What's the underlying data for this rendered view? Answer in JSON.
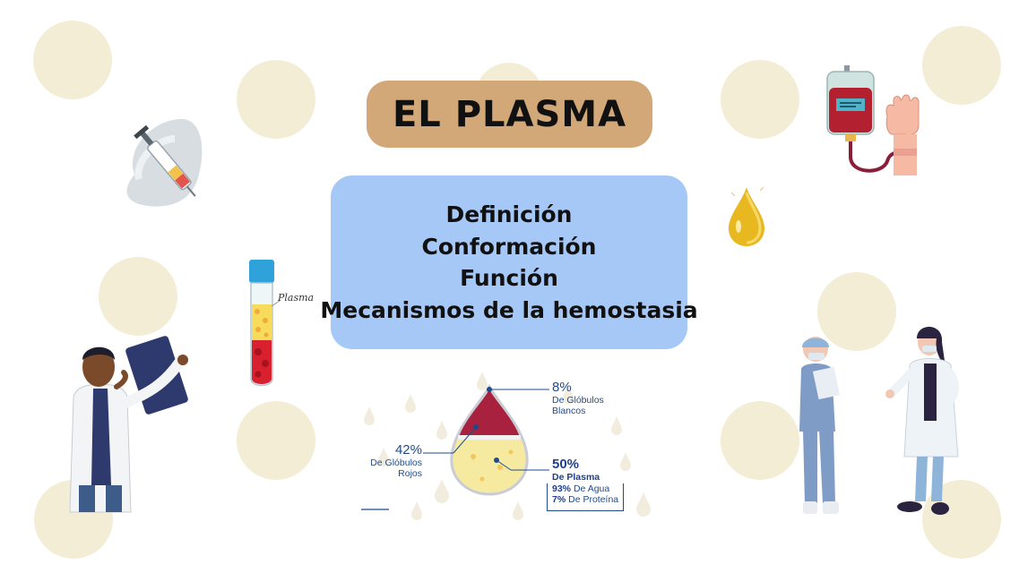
{
  "title": "EL PLASMA",
  "topics": [
    "Definición",
    "Conformación",
    "Función",
    "Mecanismos de la hemostasia"
  ],
  "tube_label": "Plasma",
  "infographic": {
    "white_cells": {
      "pct": "8%",
      "line1": "De Glóbulos",
      "line2": "Blancos"
    },
    "red_cells": {
      "pct": "42%",
      "line1": "De Glóbulos",
      "line2": "Rojos"
    },
    "plasma": {
      "pct": "50%",
      "label": "De Plasma"
    },
    "water": {
      "pct": "93%",
      "label": "De Agua"
    },
    "protein": {
      "pct": "7%",
      "label": "De Proteína"
    }
  },
  "colors": {
    "title_bg": "#d3a878",
    "topic_bg": "#a6c8f7",
    "dots": "#f3edd6",
    "text_blue": "#1f4b8a"
  },
  "icons": [
    "syringe-icon",
    "blood-bag-icon",
    "plasma-drop-icon",
    "test-tube-icon",
    "doctor-illustration",
    "nurse-illustration",
    "female-doctor-illustration"
  ]
}
